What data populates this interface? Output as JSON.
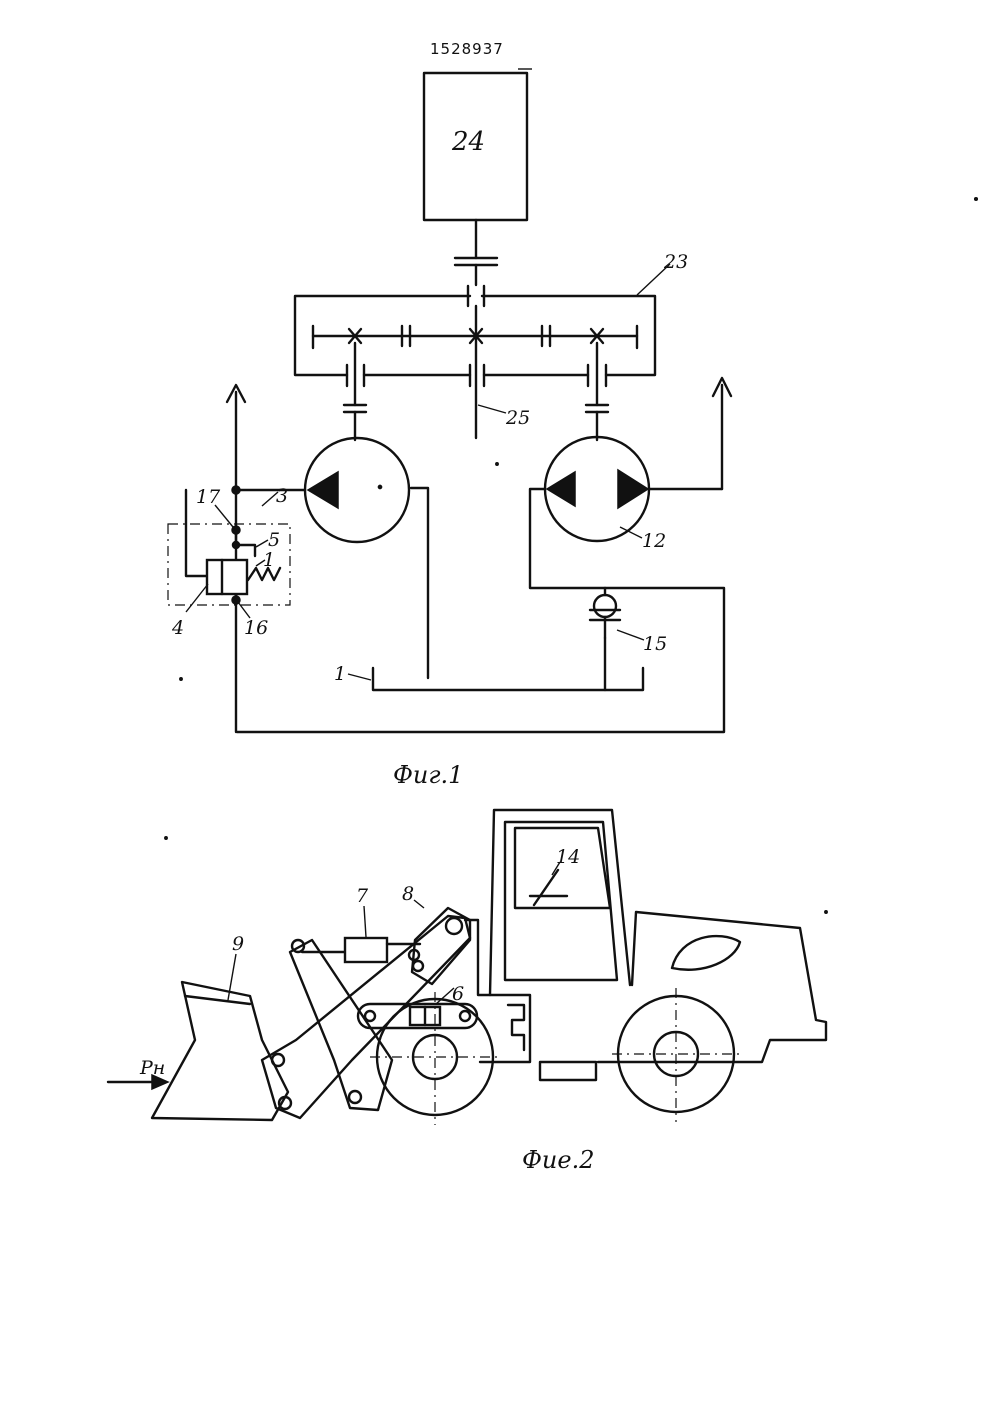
{
  "document": {
    "patent_number": "1528937"
  },
  "figure1": {
    "caption": "Фиг.1",
    "labels": {
      "l24": "24",
      "l23": "23",
      "l25": "25",
      "l3": "3",
      "l17": "17",
      "l5": "5",
      "l1a": "1",
      "l4": "4",
      "l16": "16",
      "l1": "1",
      "l12": "12",
      "l15": "15"
    }
  },
  "figure2": {
    "caption": "Фие.2",
    "force_label": "Рн",
    "labels": {
      "l9": "9",
      "l7": "7",
      "l8": "8",
      "l6": "6",
      "l14": "14"
    }
  }
}
